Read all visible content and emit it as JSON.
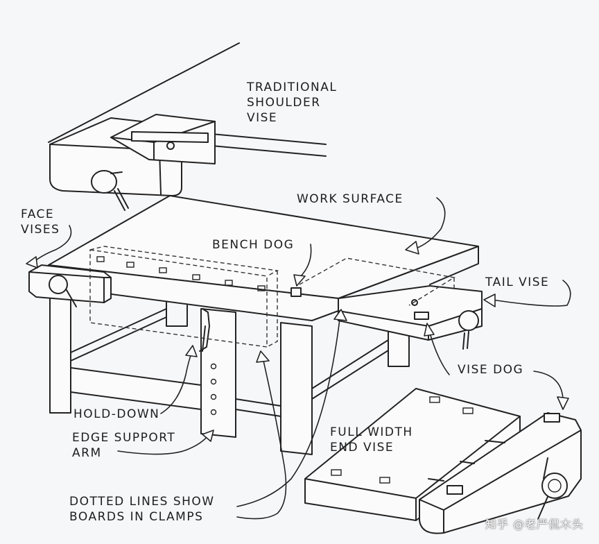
{
  "labels": {
    "shoulder_vise": [
      "TRADITIONAL",
      "SHOULDER",
      "VISE"
    ],
    "work_surface": "WORK SURFACE",
    "face_vises": [
      "FACE",
      "VISES"
    ],
    "bench_dog": "BENCH DOG",
    "tail_vise": "TAIL VISE",
    "vise_dog": "VISE DOG",
    "hold_down": "HOLD-DOWN",
    "edge_support_arm": [
      "EDGE SUPPORT",
      "ARM"
    ],
    "full_width_end_vise": [
      "FULL WIDTH",
      "END VISE"
    ],
    "dotted_lines": [
      "DOTTED LINES SHOW",
      "BOARDS IN CLAMPS"
    ]
  },
  "watermark": "知乎 @老严侃木头",
  "colors": {
    "ink": "#222222",
    "paper": "#f6f7f9"
  }
}
